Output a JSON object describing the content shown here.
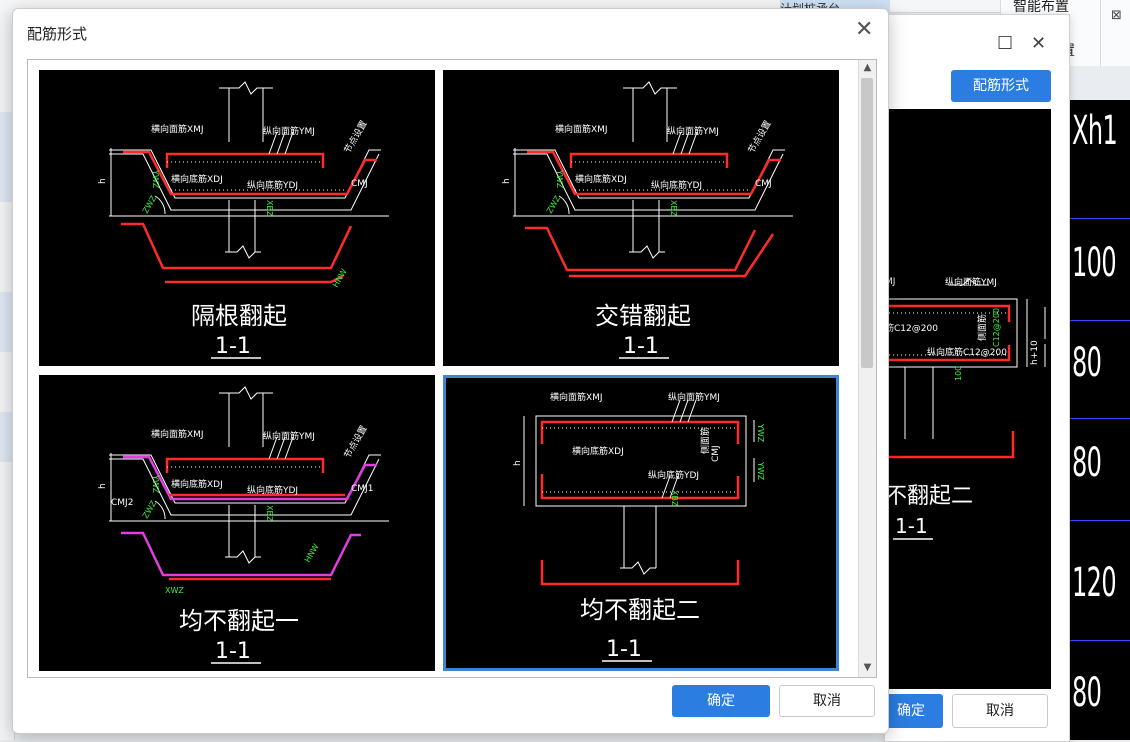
{
  "background": {
    "ribbon": {
      "smart_layout": "智能布置",
      "place": "置",
      "tab_partial": "计划桩承台"
    },
    "cad_numbers": [
      "Xh1",
      "100",
      "80",
      "80",
      "120",
      "80"
    ]
  },
  "second_window": {
    "button": "配筋形式",
    "preview_caption": "不翻起二",
    "preview_section": "1-1",
    "labels": {
      "top_long": "纵向面筋YMJ",
      "left_partial": "MJ",
      "bottom_horiz": "筋C12@200",
      "bottom_long": "纵向底筋C12@200",
      "side": "侧面筋",
      "side_spec": "C12@200",
      "h": "h+10",
      "small": "100"
    },
    "ok": "确定",
    "cancel": "取消"
  },
  "dialog": {
    "title": "配筋形式",
    "ok": "确定",
    "cancel": "取消",
    "tiles": [
      {
        "caption": "隔根翻起",
        "section": "1-1"
      },
      {
        "caption": "交错翻起",
        "section": "1-1"
      },
      {
        "caption": "均不翻起一",
        "section": "1-1"
      },
      {
        "caption": "均不翻起二",
        "section": "1-1",
        "selected": true
      }
    ],
    "labels": {
      "horiz_top": "横向面筋XMJ",
      "long_top": "纵向面筋YMJ",
      "horiz_bot": "横向底筋XDJ",
      "long_bot": "纵向底筋YDJ",
      "top_gap": "节点设置",
      "cmj": "CMJ",
      "cmj1": "CMJ1",
      "cmj2": "CMJ2",
      "xwz": "XWZ",
      "ywz": "YWZ",
      "xbz": "XBZ",
      "h": "h",
      "side": "侧面筋",
      "side_code": "CMJ",
      "twz": "ZWZ",
      "rnw": "HNW"
    }
  }
}
